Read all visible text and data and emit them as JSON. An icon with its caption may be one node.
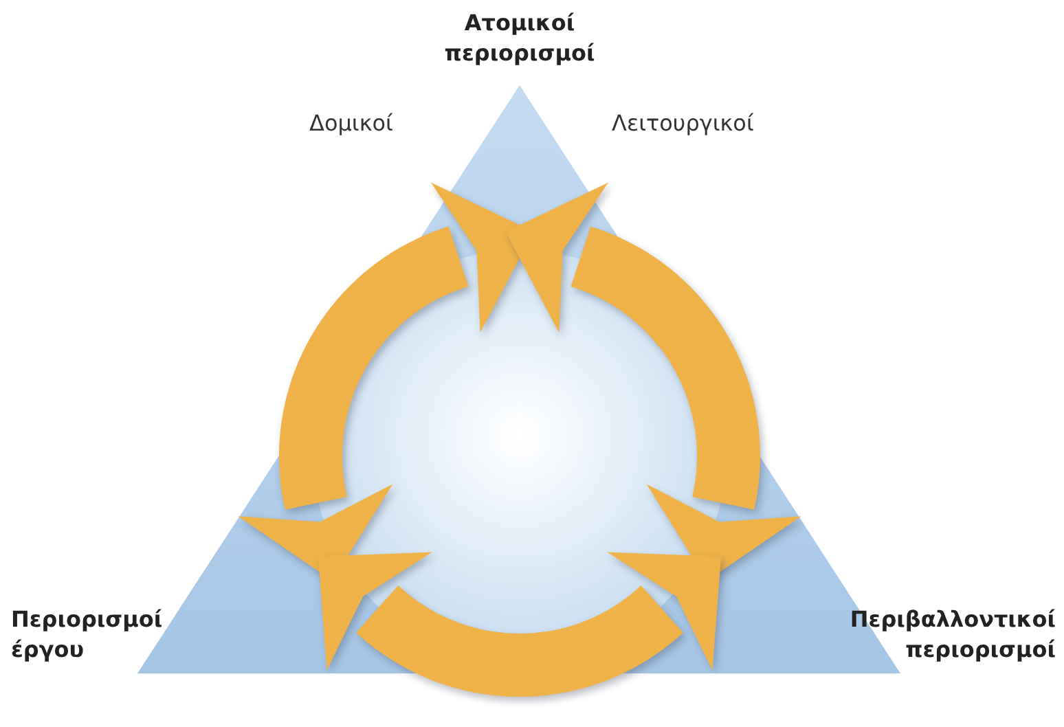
{
  "diagram": {
    "nodes": [
      {
        "text": [
          "Ατομικοί περιορισμοί"
        ]
      },
      {
        "text": [
          "Περιορισμοί έργου"
        ]
      },
      {
        "text": [
          "Περιβαλλοντικοί περιορισμοί"
        ]
      }
    ],
    "edges": [
      {
        "from": 1,
        "to": 0,
        "arrow": "both"
      },
      {
        "from": 0,
        "to": 2,
        "arrow": "both"
      },
      {
        "from": 2,
        "to": 1,
        "arrow": "both"
      }
    ],
    "labels": [
      "Δομικοί",
      "Λειτουργικοί"
    ]
  }
}
